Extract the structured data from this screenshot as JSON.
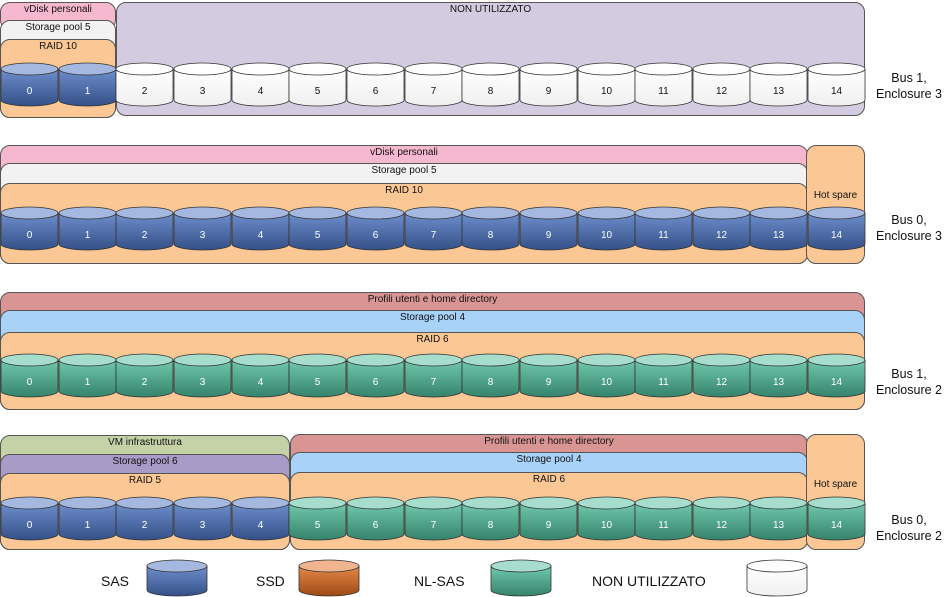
{
  "colors": {
    "SAS": "#4A72C1",
    "SSD": "#E06A1D",
    "NL-SAS": "#4CBB99",
    "NON UTILIZZATO": "#FFFFFF",
    "raid": "#FBC895",
    "pool_grey": "#F2F2F2",
    "pool_blue": "#A9D2F9",
    "pool_purple": "#A99BC7",
    "vdisk_pink": "#F6B8CE",
    "profili_rose": "#D99593",
    "vm_green": "#C5D1A6",
    "unused_lavender": "#D3CCE1"
  },
  "groups": [
    {
      "bus": [
        "Bus 1,",
        "Enclosure 3"
      ],
      "boxes": [
        {
          "label": "vDisk personali",
          "color": "vdisk_pink"
        },
        {
          "label": "Storage pool 5",
          "color": "pool_grey"
        },
        {
          "label": "RAID 10",
          "color": "raid"
        },
        {
          "label": "NON UTILIZZATO",
          "color": "unused_lavender"
        }
      ],
      "disks": [
        {
          "n": "0",
          "type": "SAS"
        },
        {
          "n": "1",
          "type": "SAS"
        },
        {
          "n": "2",
          "type": "NON UTILIZZATO"
        },
        {
          "n": "3",
          "type": "NON UTILIZZATO"
        },
        {
          "n": "4",
          "type": "NON UTILIZZATO"
        },
        {
          "n": "5",
          "type": "NON UTILIZZATO"
        },
        {
          "n": "6",
          "type": "NON UTILIZZATO"
        },
        {
          "n": "7",
          "type": "NON UTILIZZATO"
        },
        {
          "n": "8",
          "type": "NON UTILIZZATO"
        },
        {
          "n": "9",
          "type": "NON UTILIZZATO"
        },
        {
          "n": "10",
          "type": "NON UTILIZZATO"
        },
        {
          "n": "11",
          "type": "NON UTILIZZATO"
        },
        {
          "n": "12",
          "type": "NON UTILIZZATO"
        },
        {
          "n": "13",
          "type": "NON UTILIZZATO"
        },
        {
          "n": "14",
          "type": "NON UTILIZZATO"
        }
      ]
    },
    {
      "bus": [
        "Bus 0,",
        "Enclosure 3"
      ],
      "boxes": [
        {
          "label": "vDisk personali",
          "color": "vdisk_pink"
        },
        {
          "label": "Storage pool 5",
          "color": "pool_grey"
        },
        {
          "label": "RAID 10",
          "color": "raid"
        },
        {
          "label": "Hot spare",
          "color": "raid"
        }
      ],
      "disks": [
        {
          "n": "0",
          "type": "SAS"
        },
        {
          "n": "1",
          "type": "SAS"
        },
        {
          "n": "2",
          "type": "SAS"
        },
        {
          "n": "3",
          "type": "SAS"
        },
        {
          "n": "4",
          "type": "SAS"
        },
        {
          "n": "5",
          "type": "SAS"
        },
        {
          "n": "6",
          "type": "SAS"
        },
        {
          "n": "7",
          "type": "SAS"
        },
        {
          "n": "8",
          "type": "SAS"
        },
        {
          "n": "9",
          "type": "SAS"
        },
        {
          "n": "10",
          "type": "SAS"
        },
        {
          "n": "11",
          "type": "SAS"
        },
        {
          "n": "12",
          "type": "SAS"
        },
        {
          "n": "13",
          "type": "SAS"
        },
        {
          "n": "14",
          "type": "SAS"
        }
      ]
    },
    {
      "bus": [
        "Bus 1,",
        "Enclosure 2"
      ],
      "boxes": [
        {
          "label": "Profili utenti e home directory",
          "color": "profili_rose"
        },
        {
          "label": "Storage pool 4",
          "color": "pool_blue"
        },
        {
          "label": "RAID 6",
          "color": "raid"
        }
      ],
      "disks": [
        {
          "n": "0",
          "type": "NL-SAS"
        },
        {
          "n": "1",
          "type": "NL-SAS"
        },
        {
          "n": "2",
          "type": "NL-SAS"
        },
        {
          "n": "3",
          "type": "NL-SAS"
        },
        {
          "n": "4",
          "type": "NL-SAS"
        },
        {
          "n": "5",
          "type": "NL-SAS"
        },
        {
          "n": "6",
          "type": "NL-SAS"
        },
        {
          "n": "7",
          "type": "NL-SAS"
        },
        {
          "n": "8",
          "type": "NL-SAS"
        },
        {
          "n": "9",
          "type": "NL-SAS"
        },
        {
          "n": "10",
          "type": "NL-SAS"
        },
        {
          "n": "11",
          "type": "NL-SAS"
        },
        {
          "n": "12",
          "type": "NL-SAS"
        },
        {
          "n": "13",
          "type": "NL-SAS"
        },
        {
          "n": "14",
          "type": "NL-SAS"
        }
      ]
    },
    {
      "bus": [
        "Bus 0,",
        "Enclosure 2"
      ],
      "boxes": [
        {
          "label": "VM infrastruttura",
          "color": "vm_green"
        },
        {
          "label": "Storage pool 6",
          "color": "pool_purple"
        },
        {
          "label": "RAID 5",
          "color": "raid"
        },
        {
          "label": "Profili utenti e home directory",
          "color": "profili_rose"
        },
        {
          "label": "Storage pool 4",
          "color": "pool_blue"
        },
        {
          "label": "RAID 6",
          "color": "raid"
        },
        {
          "label": "Hot spare",
          "color": "raid"
        }
      ],
      "disks": [
        {
          "n": "0",
          "type": "SAS"
        },
        {
          "n": "1",
          "type": "SAS"
        },
        {
          "n": "2",
          "type": "SAS"
        },
        {
          "n": "3",
          "type": "SAS"
        },
        {
          "n": "4",
          "type": "SAS"
        },
        {
          "n": "5",
          "type": "NL-SAS"
        },
        {
          "n": "6",
          "type": "NL-SAS"
        },
        {
          "n": "7",
          "type": "NL-SAS"
        },
        {
          "n": "8",
          "type": "NL-SAS"
        },
        {
          "n": "9",
          "type": "NL-SAS"
        },
        {
          "n": "10",
          "type": "NL-SAS"
        },
        {
          "n": "11",
          "type": "NL-SAS"
        },
        {
          "n": "12",
          "type": "NL-SAS"
        },
        {
          "n": "13",
          "type": "NL-SAS"
        },
        {
          "n": "14",
          "type": "NL-SAS"
        }
      ]
    }
  ],
  "legend": [
    {
      "label": "SAS",
      "type": "SAS"
    },
    {
      "label": "SSD",
      "type": "SSD"
    },
    {
      "label": "NL-SAS",
      "type": "NL-SAS"
    },
    {
      "label": "NON UTILIZZATO",
      "type": "NON UTILIZZATO"
    }
  ]
}
